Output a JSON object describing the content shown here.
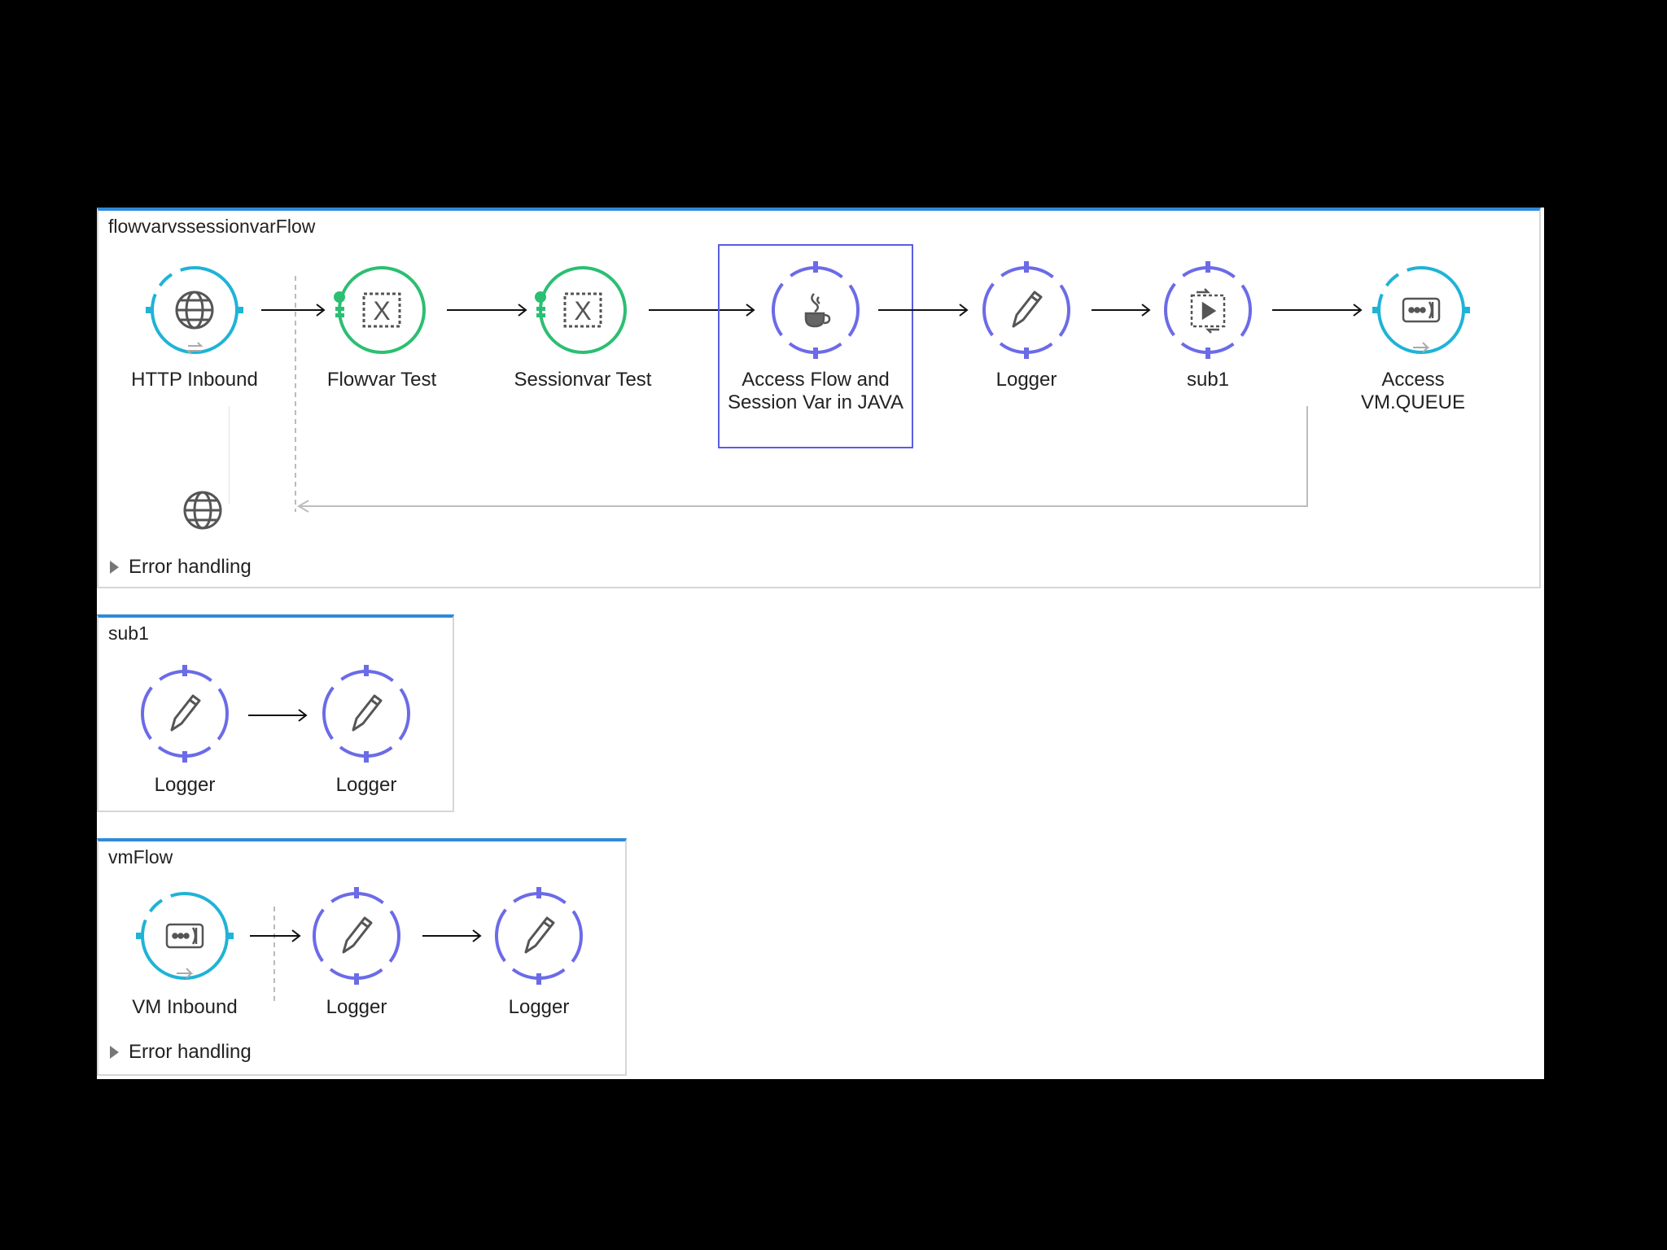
{
  "flows": {
    "main": {
      "title": "flowvarvssessionvarFlow",
      "nodes": [
        {
          "label": "HTTP Inbound",
          "icon": "globe-icon"
        },
        {
          "label": "Flowvar Test",
          "icon": "variable-icon"
        },
        {
          "label": "Sessionvar Test",
          "icon": "variable-icon"
        },
        {
          "label": "Access Flow and Session Var in JAVA",
          "icon": "java-icon"
        },
        {
          "label": "Logger",
          "icon": "pencil-icon"
        },
        {
          "label": "sub1",
          "icon": "flow-reference-icon"
        },
        {
          "label": "Access VM.QUEUE",
          "icon": "vm-queue-icon"
        }
      ],
      "error_handling": "Error handling"
    },
    "sub1": {
      "title": "sub1",
      "nodes": [
        {
          "label": "Logger",
          "icon": "pencil-icon"
        },
        {
          "label": "Logger",
          "icon": "pencil-icon"
        }
      ]
    },
    "vm": {
      "title": "vmFlow",
      "nodes": [
        {
          "label": "VM Inbound",
          "icon": "vm-queue-icon"
        },
        {
          "label": "Logger",
          "icon": "pencil-icon"
        },
        {
          "label": "Logger",
          "icon": "pencil-icon"
        }
      ],
      "error_handling": "Error handling"
    }
  },
  "colors": {
    "connector_cyan": "#1fb3d6",
    "transformer_green": "#2bbf72",
    "processor_purple": "#6b6be8",
    "flow_header_blue": "#2f8ad9",
    "selection_border": "#5a5ee0"
  }
}
